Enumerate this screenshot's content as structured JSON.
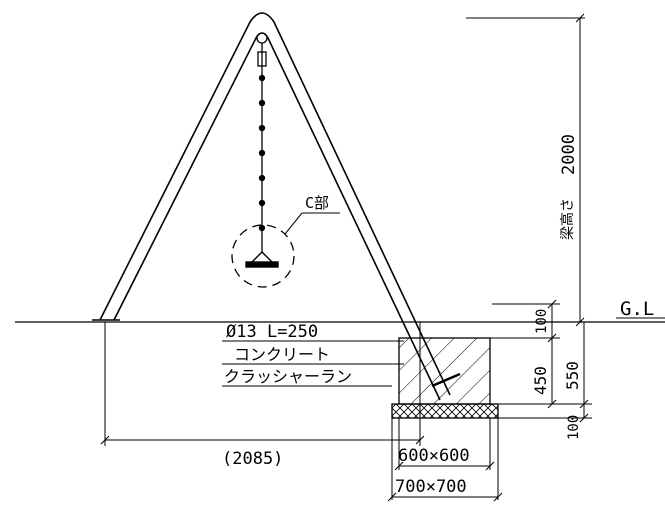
{
  "labels": {
    "gl": "G.L",
    "part_c": "C部",
    "beam_height": "梁高さ",
    "anchor": "Ø13 L=250",
    "concrete": "コンクリート",
    "crusher_run": "クラッシャーラン"
  },
  "dimensions": {
    "height_2000": "2000",
    "d100_top": "100",
    "d450": "450",
    "d550": "550",
    "d100_bottom": "100",
    "span_2085": "(2085)",
    "footing_600": "600×600",
    "footing_700": "700×700"
  }
}
